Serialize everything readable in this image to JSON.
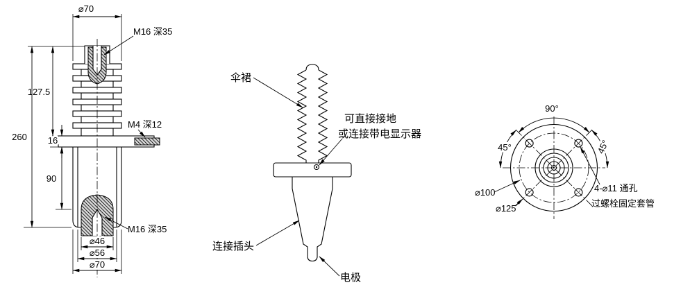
{
  "style": {
    "background": "#ffffff",
    "line_color": "#000000"
  },
  "left_view": {
    "dims": {
      "top_diameter": "⌀70",
      "top_thread": "M16 深35",
      "upper_height": "127.5",
      "total_height": "260",
      "flange_thickness": "16",
      "side_thread": "M4 深12",
      "lower_height": "90",
      "bottom_thread": "M16 深35",
      "d46": "⌀46",
      "d56": "⌀56",
      "d70": "⌀70"
    }
  },
  "front_view": {
    "labels": {
      "shed": "伞裙",
      "ground_line1": "可直接接地",
      "ground_line2": "或连接带电显示器",
      "plug": "连接插头",
      "electrode": "电极"
    }
  },
  "top_view": {
    "dims": {
      "angle_90": "90°",
      "angle_45_left": "45°",
      "angle_45_right": "45°",
      "bolt_circle_diameter": "⌀100",
      "outer_diameter": "⌀125"
    },
    "labels": {
      "holes_line1": "4-⌀11 通孔",
      "holes_line2": "过螺栓固定套管"
    }
  }
}
